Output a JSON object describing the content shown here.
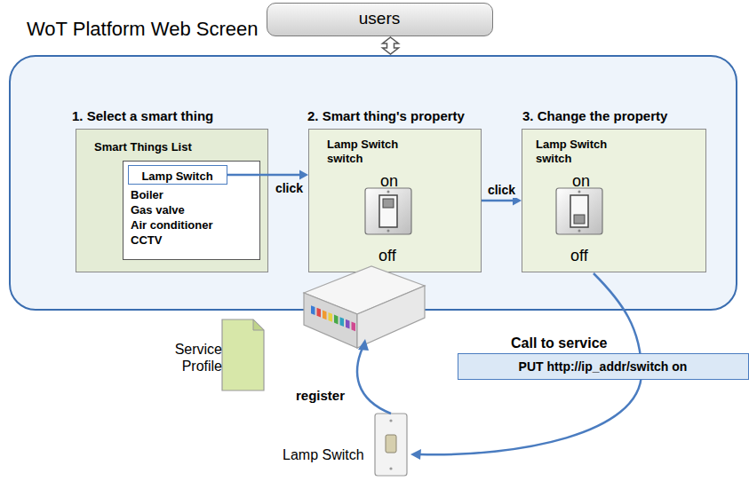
{
  "diagram": {
    "nodes": [
      {
        "text": [
          "users"
        ]
      },
      {
        "text": [
          "WoT Platform Web Screen"
        ]
      },
      {
        "text": [
          "1. Select a smart thing",
          "Smart Things List"
        ],
        "in": 1
      },
      {
        "text": [
          "Boiler",
          "Gas valve",
          "Air conditioner",
          "CCTV"
        ],
        "in": 2
      },
      {
        "text": [
          "Lamp Switch"
        ],
        "in": 3
      },
      {
        "text": [
          "2. Smart thing's property",
          "Lamp Switch switch",
          "on",
          "off"
        ],
        "in": 1
      },
      {
        "text": [
          "3. Change the property",
          "Lamp Switch switch",
          "on",
          "off"
        ],
        "in": 1
      },
      {
        "text": [
          "PUT http://ip_addr/switch on"
        ]
      }
    ],
    "edges": [
      {
        "from": 0,
        "to": 1,
        "arrow": "both"
      },
      {
        "from": 4,
        "to": 5,
        "arrow": "to",
        "label": "click"
      },
      {
        "from": 5,
        "to": 6,
        "arrow": "to",
        "label": "click"
      }
    ],
    "labels": [
      "Service Profile",
      "register",
      "Call to service",
      "Lamp Switch"
    ]
  }
}
